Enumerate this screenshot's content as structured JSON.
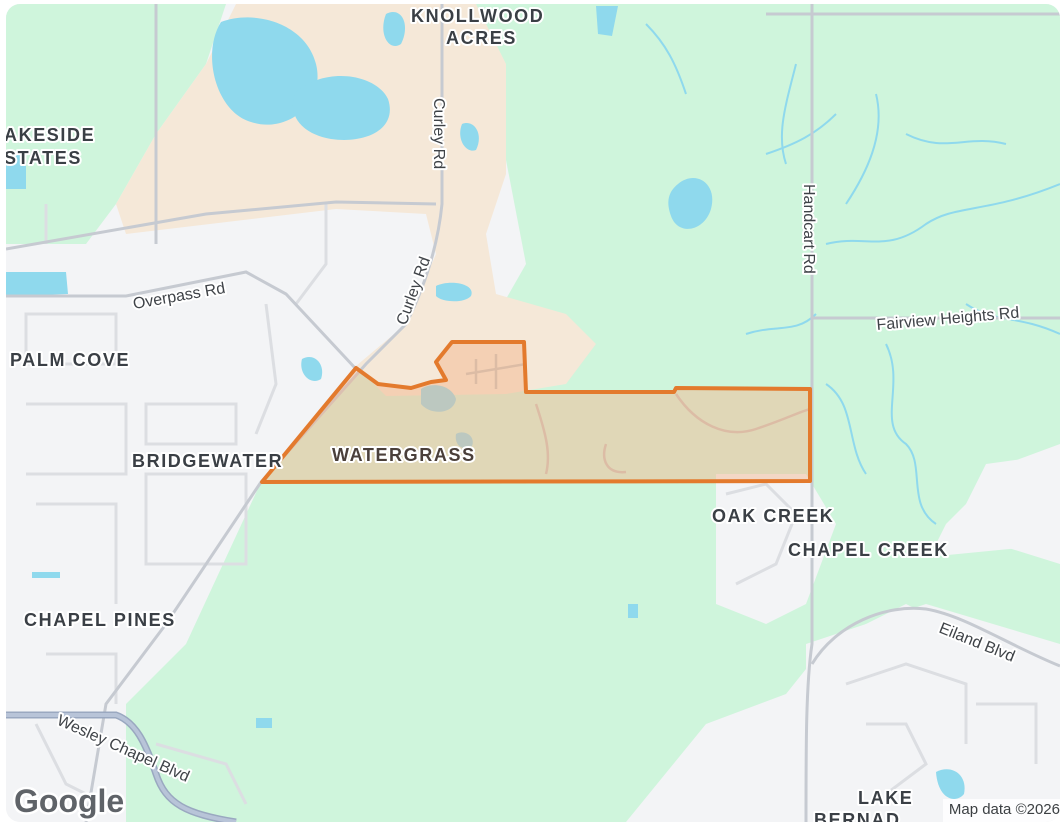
{
  "map": {
    "places": {
      "knollwood_1": "KNOLLWOOD",
      "knollwood_2": "ACRES",
      "lakeside_1": "AKESIDE",
      "lakeside_2": "STATES",
      "palm_cove": "PALM COVE",
      "bridgewater": "BRIDGEWATER",
      "watergrass": "WATERGRASS",
      "oak_creek": "OAK CREEK",
      "chapel_creek": "CHAPEL CREEK",
      "chapel_pines": "CHAPEL PINES",
      "lake_bernadette_1": "LAKE",
      "lake_bernadette_2": "BERNAD"
    },
    "roads": {
      "curley_north": "Curley Rd",
      "curley_south": "Curley Rd",
      "overpass": "Overpass Rd",
      "handcart": "Handcart Rd",
      "fairview": "Fairview Heights Rd",
      "eiland": "Eiland Blvd",
      "wesley_chapel": "Wesley Chapel Blvd"
    },
    "branding": {
      "logo": "Google",
      "attribution": "Map data ©2026"
    },
    "colors": {
      "park": "#cff5dc",
      "water": "#8fd9ed",
      "urban": "#f3f4f6",
      "commercial": "#f5e8d8",
      "boundary": "#e37a2d",
      "boundary_fill": "#f4b48a"
    }
  }
}
